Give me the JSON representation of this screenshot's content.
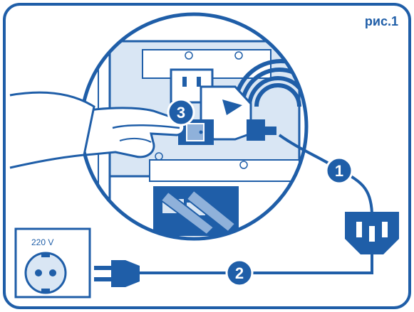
{
  "figure_label": "рис.1",
  "outlet_voltage": "220 V",
  "steps": [
    "1",
    "2",
    "3"
  ],
  "colors": {
    "primary": "#1f5ea8",
    "light": "#d9e6f4",
    "mid": "#8fb1da",
    "white": "#ffffff"
  },
  "icons": [
    "pointing-hand-icon",
    "power-cord-icon",
    "wall-socket-icon",
    "iec-connector-icon",
    "plug-icon",
    "power-switch-icon"
  ]
}
